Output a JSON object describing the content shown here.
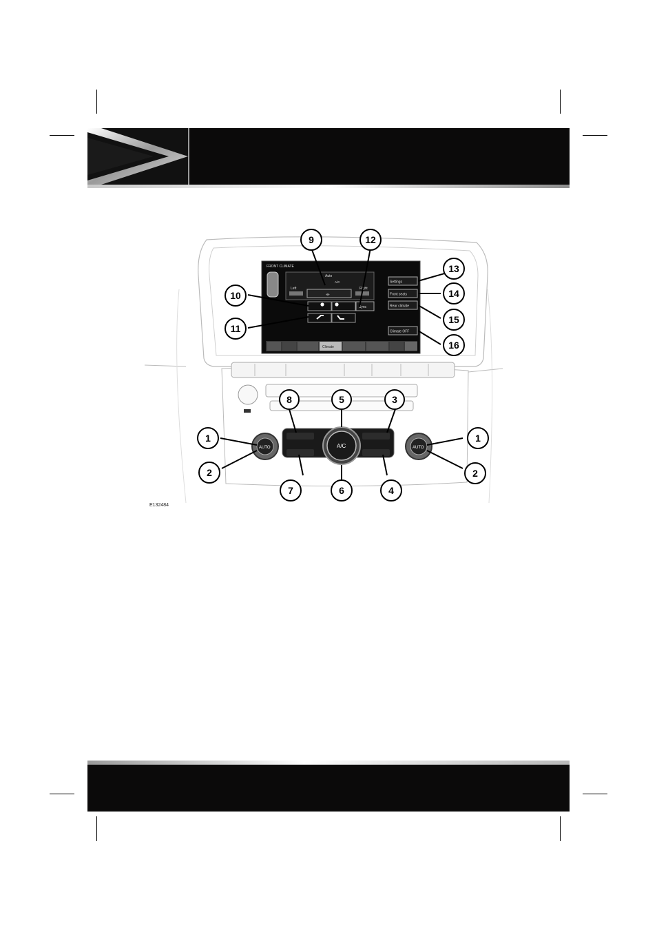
{
  "figure": {
    "figure_id": "E132484",
    "screen": {
      "title": "FRONT CLIMATE",
      "mode_label": "Auto",
      "ac_label": "A/C",
      "left_label": "Left",
      "right_label": "Right",
      "sync_button": "Sync",
      "settings_button": "Settings",
      "front_seats_button": "Front seats",
      "rear_climate_button": "Rear climate",
      "climate_off_button": "Climate OFF",
      "climate_tab": "Climate"
    },
    "panel": {
      "left_knob_label": "AUTO",
      "right_knob_label": "AUTO",
      "center_knob_label": "A/C"
    },
    "callouts": {
      "c1_left": "1",
      "c1_right": "1",
      "c2_left": "2",
      "c2_right": "2",
      "c3": "3",
      "c4": "4",
      "c5": "5",
      "c6": "6",
      "c7": "7",
      "c8": "8",
      "c9": "9",
      "c10": "10",
      "c11": "11",
      "c12": "12",
      "c13": "13",
      "c14": "14",
      "c15": "15",
      "c16": "16"
    }
  }
}
